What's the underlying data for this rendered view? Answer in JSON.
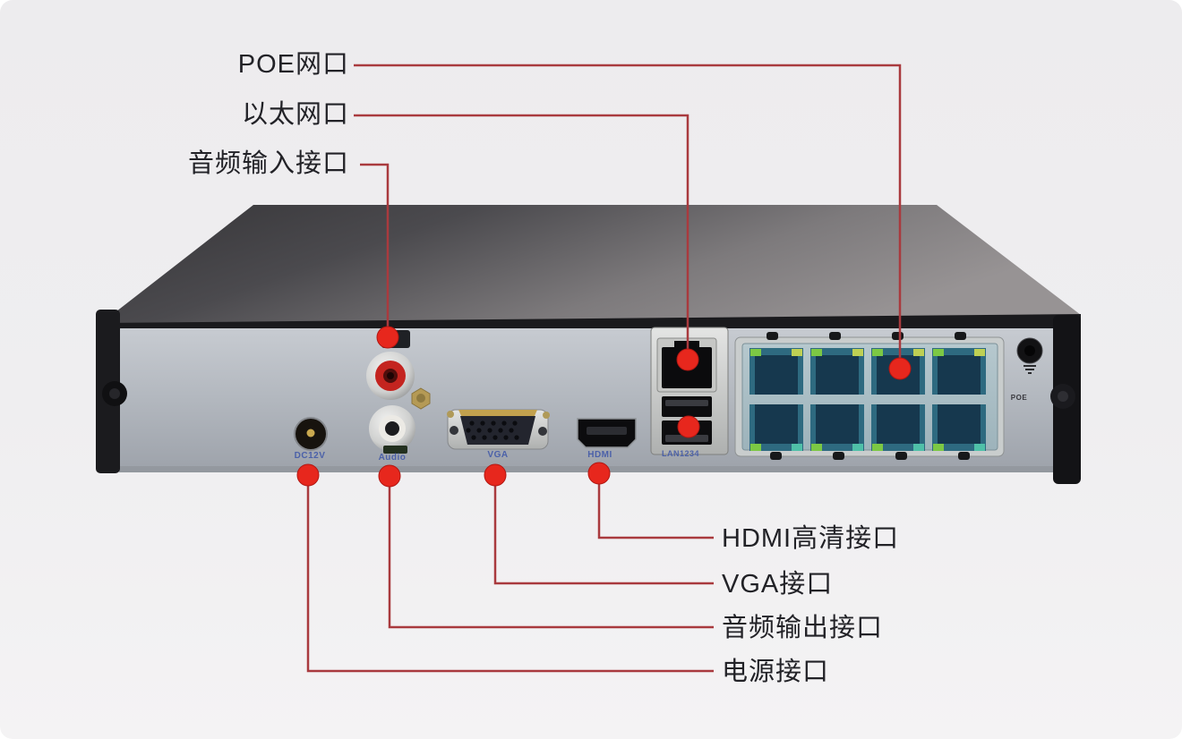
{
  "callouts": {
    "poe": {
      "label": "POE网口"
    },
    "ethernet": {
      "label": "以太网口"
    },
    "audio_in": {
      "label": "音频输入接口"
    },
    "hdmi": {
      "label": "HDMI高清接口"
    },
    "vga": {
      "label": "VGA接口"
    },
    "audio_out": {
      "label": "音频输出接口"
    },
    "power": {
      "label": "电源接口"
    }
  },
  "panel_text": {
    "power": "DC12V",
    "audio": "Audio",
    "vga": "VGA",
    "hdmi": "HDMI",
    "lan": "LAN1234",
    "poe": "POE"
  },
  "colors": {
    "leader_line": "#a93a3e",
    "marker_dot": "#e7271d",
    "callout_text": "#222227",
    "panel_port_text": "#3d55a8",
    "chassis_top": "#4a4a4e",
    "rear_panel": "#b3b8bf",
    "poe_port_face": "#16384e"
  }
}
